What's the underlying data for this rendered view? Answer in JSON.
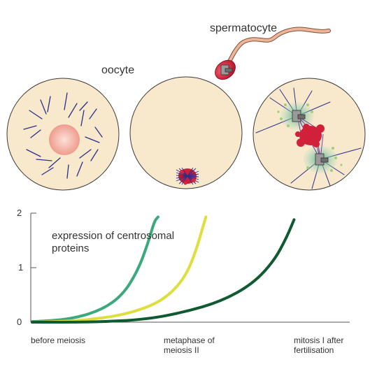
{
  "labels": {
    "spermatocyte": "spermatocyte",
    "oocyte": "oocyte",
    "annotation": "expression of centrosomal proteins"
  },
  "chart_data": {
    "type": "line",
    "ylim": [
      0,
      2
    ],
    "y_ticks": [
      "0",
      "1",
      "2"
    ],
    "x_categories": [
      "before meiosis",
      "metaphase of meiosis II",
      "mitosis I after fertilisation"
    ],
    "series": [
      {
        "color": "#3aaa7c",
        "points": [
          [
            0,
            0.01
          ],
          [
            0.3,
            0.05
          ],
          [
            0.55,
            0.22
          ],
          [
            0.72,
            0.5
          ],
          [
            0.84,
            0.95
          ],
          [
            0.92,
            1.45
          ],
          [
            0.97,
            1.85
          ],
          [
            1.0,
            1.93
          ]
        ]
      },
      {
        "color": "#dede3c",
        "points": [
          [
            0,
            0.0
          ],
          [
            0.35,
            0.02
          ],
          [
            0.7,
            0.12
          ],
          [
            0.95,
            0.3
          ],
          [
            1.1,
            0.52
          ],
          [
            1.22,
            0.85
          ],
          [
            1.3,
            1.3
          ],
          [
            1.36,
            1.78
          ],
          [
            1.38,
            1.93
          ]
        ]
      },
      {
        "color": "#0f5a30",
        "points": [
          [
            0,
            0.0
          ],
          [
            0.5,
            0.0
          ],
          [
            0.9,
            0.05
          ],
          [
            1.2,
            0.18
          ],
          [
            1.5,
            0.38
          ],
          [
            1.75,
            0.7
          ],
          [
            1.92,
            1.12
          ],
          [
            2.02,
            1.55
          ],
          [
            2.08,
            1.88
          ]
        ]
      }
    ]
  },
  "colors": {
    "cell_fill": "#f8e8cc",
    "cell_stroke": "#3a3a3a",
    "nucleus": "#f2b0a4",
    "microtubule": "#2a2f8a",
    "chromosome": "#d0203a",
    "centrosome_cloud": "#6cc29a",
    "sperm_tail": "#e7a88a"
  }
}
